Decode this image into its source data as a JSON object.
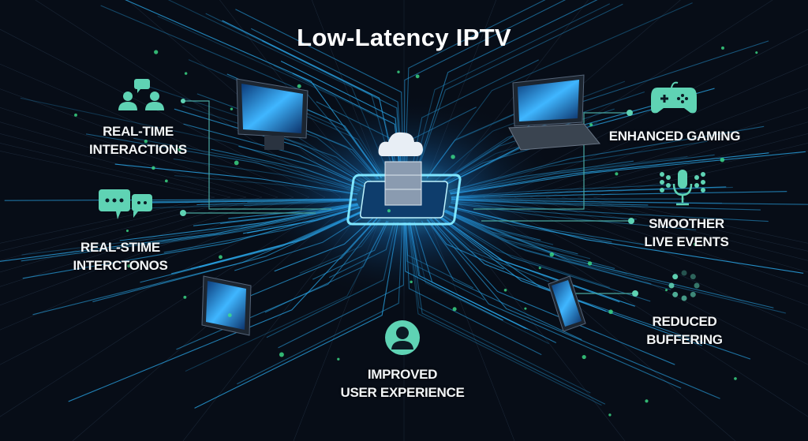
{
  "title": "Low-Latency IPTV",
  "features": {
    "realtime_interactions": {
      "line1": "REAL-TIME",
      "line2": "INTERACTIONS",
      "icon": "people-chat-icon"
    },
    "realtime_interactions_2": {
      "line1": "REAL-STIME",
      "line2": "INTERCTONOS",
      "icon": "chat-bubbles-icon"
    },
    "enhanced_gaming": {
      "line1": "ENHANCED GAMING",
      "icon": "gamepad-icon"
    },
    "smoother_live_events": {
      "line1": "SMOOTHER",
      "line2": "LIVE EVENTS",
      "icon": "microphone-icon"
    },
    "reduced_buffering": {
      "line1": "REDUCED",
      "line2": "BUFFERING",
      "icon": "loading-spinner-icon"
    },
    "improved_ux": {
      "line1": "IMPROVED",
      "line2": "USER EXPERIENCE",
      "icon": "user-icon"
    }
  },
  "colors": {
    "accent": "#5fd3b4",
    "glow": "#2fb8ff",
    "background": "#070d17"
  }
}
